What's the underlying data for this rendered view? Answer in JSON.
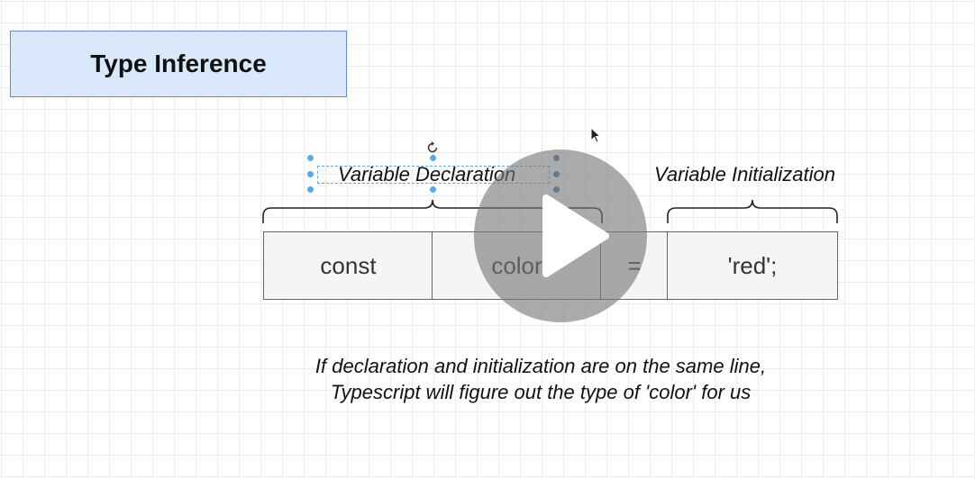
{
  "diagram": {
    "title": "Type Inference",
    "labels": {
      "declaration": "Variable Declaration",
      "initialization": "Variable Initialization"
    },
    "cells": [
      "const",
      "color",
      "=",
      "'red';"
    ],
    "note": {
      "line1": "If declaration and initialization are on the same line,",
      "line2": "Typescript will figure out the type of 'color' for us"
    }
  },
  "colors": {
    "title_fill": "#dae8fc",
    "title_border": "#6c8ebf",
    "cell_fill": "#f5f5f5",
    "cell_border": "#666666",
    "selection": "#5aa9e6"
  },
  "icons": {
    "play": "play-icon",
    "rotate": "rotate-icon",
    "cursor": "cursor-icon"
  }
}
